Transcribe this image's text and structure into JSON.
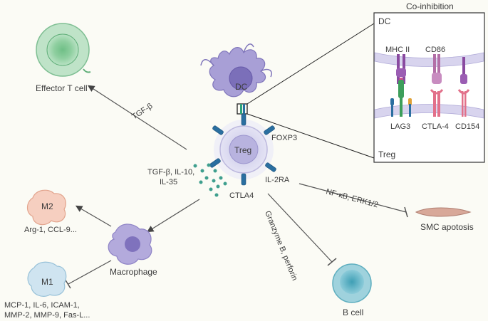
{
  "cells": {
    "effector_t": "Effector T cell",
    "dc": "DC",
    "treg": "Treg",
    "m2": "M2",
    "m1": "M1",
    "macrophage": "Macrophage",
    "b_cell": "B cell"
  },
  "labels": {
    "tgf_beta": "TGF-β",
    "foxp3": "FOXP3",
    "cytokines_line1": "TGF-β, IL-10,",
    "cytokines_line2": "IL-35",
    "ctla4": "CTLA4",
    "il2ra": "IL-2RA",
    "nfkb": "NF-κB,  ERK1/2",
    "smc_apoptosis": "SMC apotosis",
    "granzyme": "Granzyme B, perforin",
    "m2_markers": "Arg-1, CCL-9...",
    "m1_markers_line1": "MCP-1, IL-6, ICAM-1,",
    "m1_markers_line2": "MMP-2, MMP-9, Fas-L..."
  },
  "inset": {
    "title": "Co-inhibition",
    "dc_label": "DC",
    "treg_label": "Treg",
    "mhc2": "MHC II",
    "cd86": "CD86",
    "lag3": "LAG3",
    "ctla4": "CTLA-4",
    "cd154": "CD154"
  },
  "colors": {
    "effector_t": "#a7d8b5",
    "dc": "#8e82c4",
    "treg": "#d7d6ee",
    "m2": "#f2b9a4",
    "m1": "#bcd9ea",
    "macrophage": "#9e93cf",
    "b_cell": "#7fc0cf",
    "receptor_blue": "#2a6fa0",
    "dots": "#3f9f8e"
  }
}
